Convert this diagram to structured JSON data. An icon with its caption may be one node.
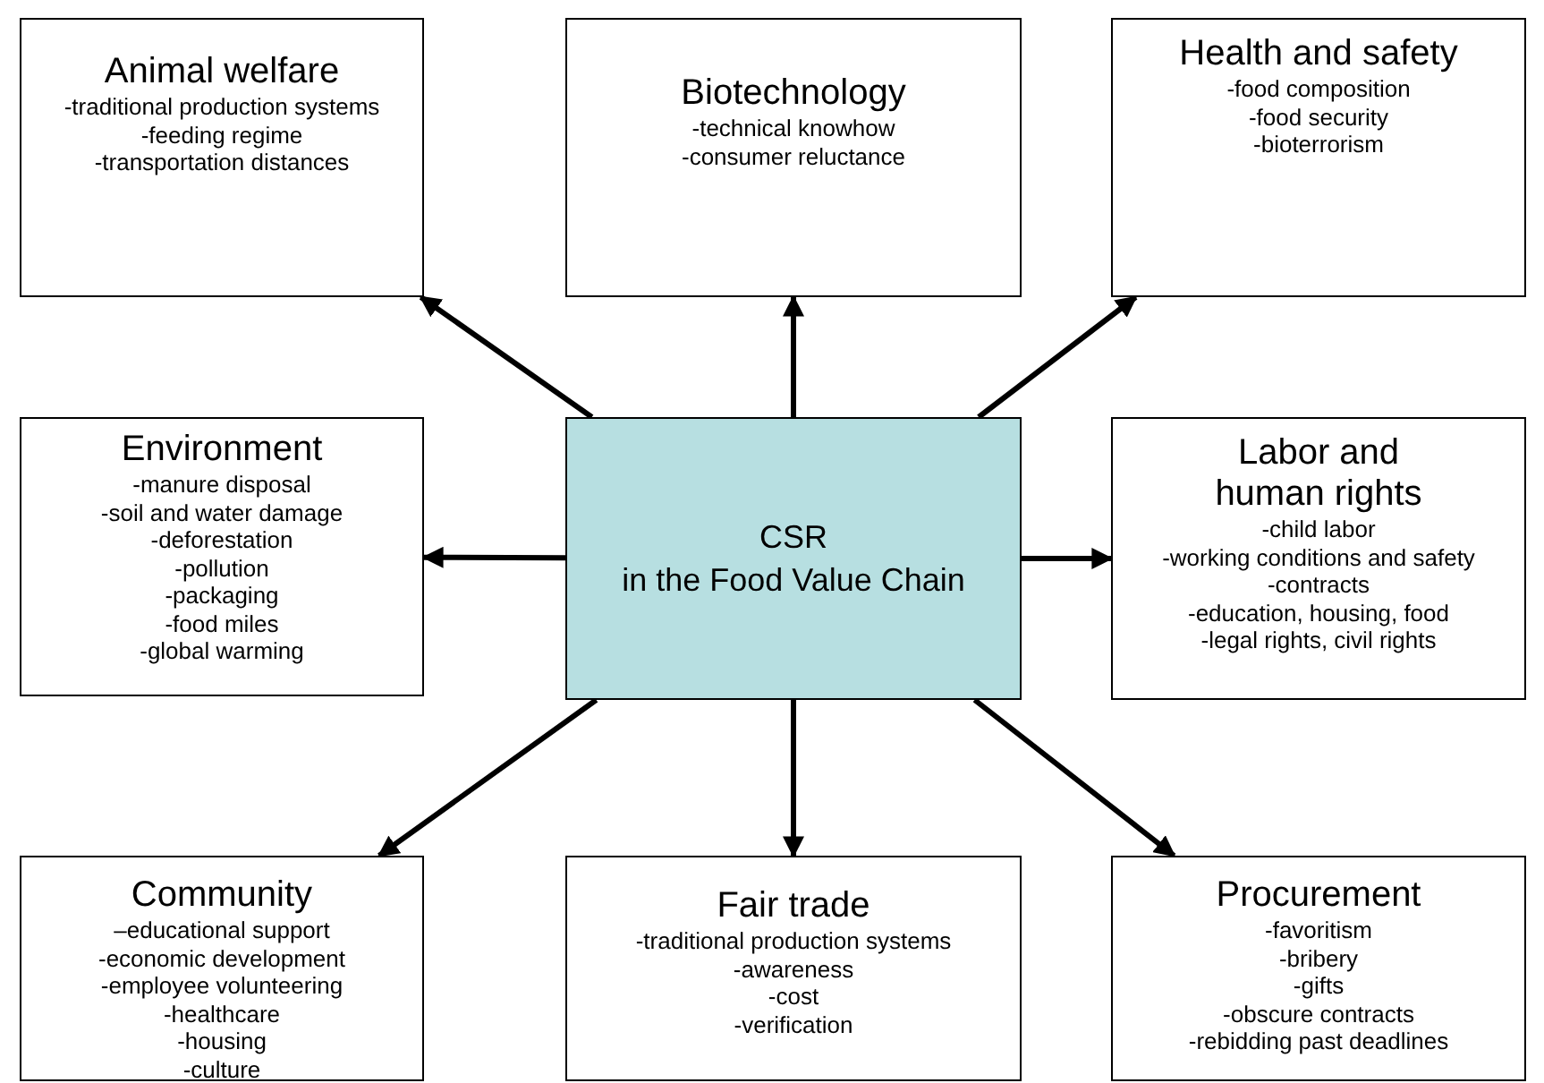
{
  "diagram": {
    "nodes": [
      {
        "text": [
          "Animal welfare",
          "-traditional production systems",
          "-feeding regime",
          "-transportation distances"
        ]
      },
      {
        "text": [
          "Biotechnology",
          "-technical knowhow",
          "-consumer reluctance"
        ]
      },
      {
        "text": [
          "Health and safety",
          "-food composition",
          "-food security",
          "-bioterrorism"
        ]
      },
      {
        "text": [
          "Environment",
          "-manure disposal",
          "-soil and water damage",
          "-deforestation",
          "-pollution",
          "-packaging",
          "-food miles",
          "-global warming"
        ]
      },
      {
        "text": [
          "CSR",
          "in the Food Value Chain"
        ]
      },
      {
        "text": [
          "Labor and human rights",
          "-child labor",
          "-working conditions and safety",
          "-contracts",
          "-education, housing, food",
          "-legal rights, civil rights"
        ]
      },
      {
        "text": [
          "Community",
          "–educational support",
          "-economic development",
          "-employee volunteering",
          "-healthcare",
          "-housing",
          "-culture"
        ]
      },
      {
        "text": [
          "Fair trade",
          "-traditional production systems",
          "-awareness",
          "-cost",
          "-verification"
        ]
      },
      {
        "text": [
          "Procurement",
          "-favoritism",
          "-bribery",
          "-gifts",
          "-obscure contracts",
          "-rebidding past deadlines"
        ]
      }
    ],
    "edges": [
      {
        "from": 4,
        "to": 0,
        "arrow": "to"
      },
      {
        "from": 4,
        "to": 1,
        "arrow": "to"
      },
      {
        "from": 4,
        "to": 2,
        "arrow": "to"
      },
      {
        "from": 4,
        "to": 3,
        "arrow": "to"
      },
      {
        "from": 4,
        "to": 5,
        "arrow": "to"
      },
      {
        "from": 4,
        "to": 6,
        "arrow": "to"
      },
      {
        "from": 4,
        "to": 7,
        "arrow": "to"
      },
      {
        "from": 4,
        "to": 8,
        "arrow": "to"
      }
    ]
  }
}
